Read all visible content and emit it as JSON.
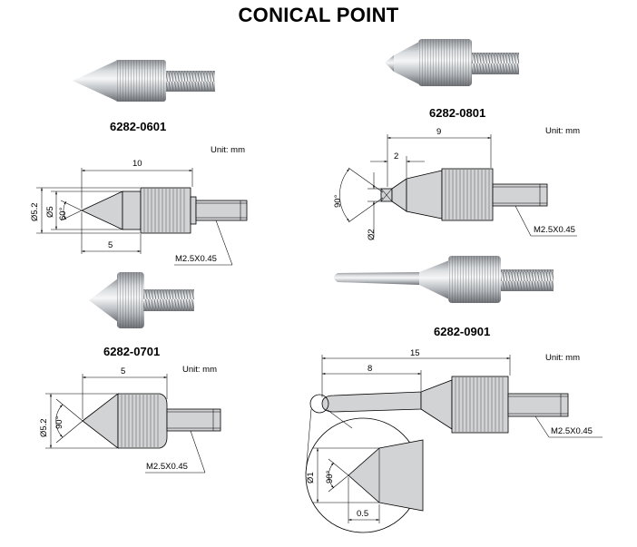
{
  "title": "CONICAL POINT",
  "products": {
    "p0601": {
      "part_no": "6282-0601",
      "unit": "Unit: mm",
      "dim_length": "10",
      "dim_step": "5",
      "dia_outer": "Ø5.2",
      "dia_inner": "Ø5",
      "angle": "60°",
      "thread": "M2.5X0.45"
    },
    "p0801": {
      "part_no": "6282-0801",
      "unit": "Unit: mm",
      "dim_length": "9",
      "dim_step": "2",
      "angle": "90°",
      "dia_tip": "Ø2",
      "thread": "M2.5X0.45"
    },
    "p0701": {
      "part_no": "6282-0701",
      "unit": "Unit: mm",
      "dim_length": "5",
      "dia_outer": "Ø5.2",
      "angle": "90°",
      "thread": "M2.5X0.45"
    },
    "p0901": {
      "part_no": "6282-0901",
      "unit": "Unit: mm",
      "dim_length": "15",
      "dim_step": "8",
      "thread": "M2.5X0.45",
      "detail_dia": "Ø1",
      "detail_angle": "90°",
      "detail_len": "0.5"
    }
  },
  "colors": {
    "metal": "#d2d3d5",
    "line": "#000000"
  }
}
